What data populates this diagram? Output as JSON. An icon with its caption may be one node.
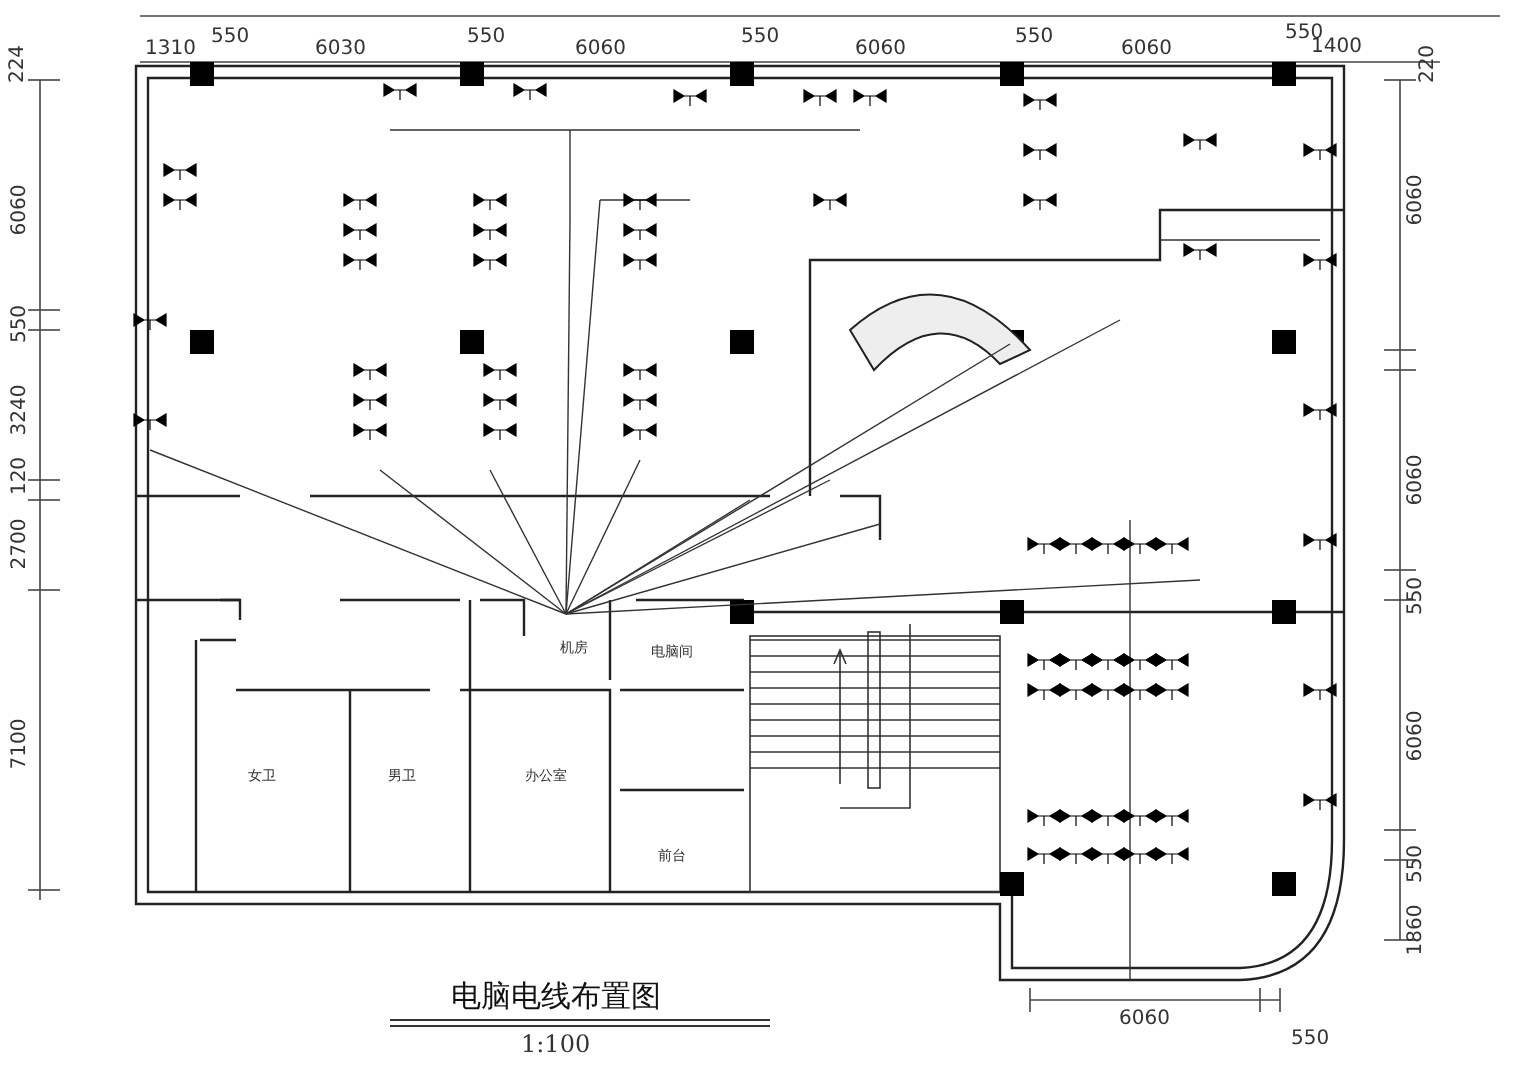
{
  "diagram": {
    "title": "电脑电线布置图",
    "caption": "1:100",
    "labels": [
      "550",
      "1310",
      "6030",
      "550",
      "6060",
      "550",
      "6060",
      "550",
      "6060",
      "550",
      "1400",
      "224",
      "220",
      "6060",
      "550",
      "3240",
      "120",
      "2700",
      "7100",
      "6060",
      "6060",
      "550",
      "6060",
      "550",
      "1860",
      "机房",
      "电脑间",
      "女卫",
      "男卫",
      "办公室",
      "前台",
      "6060",
      "550"
    ]
  }
}
